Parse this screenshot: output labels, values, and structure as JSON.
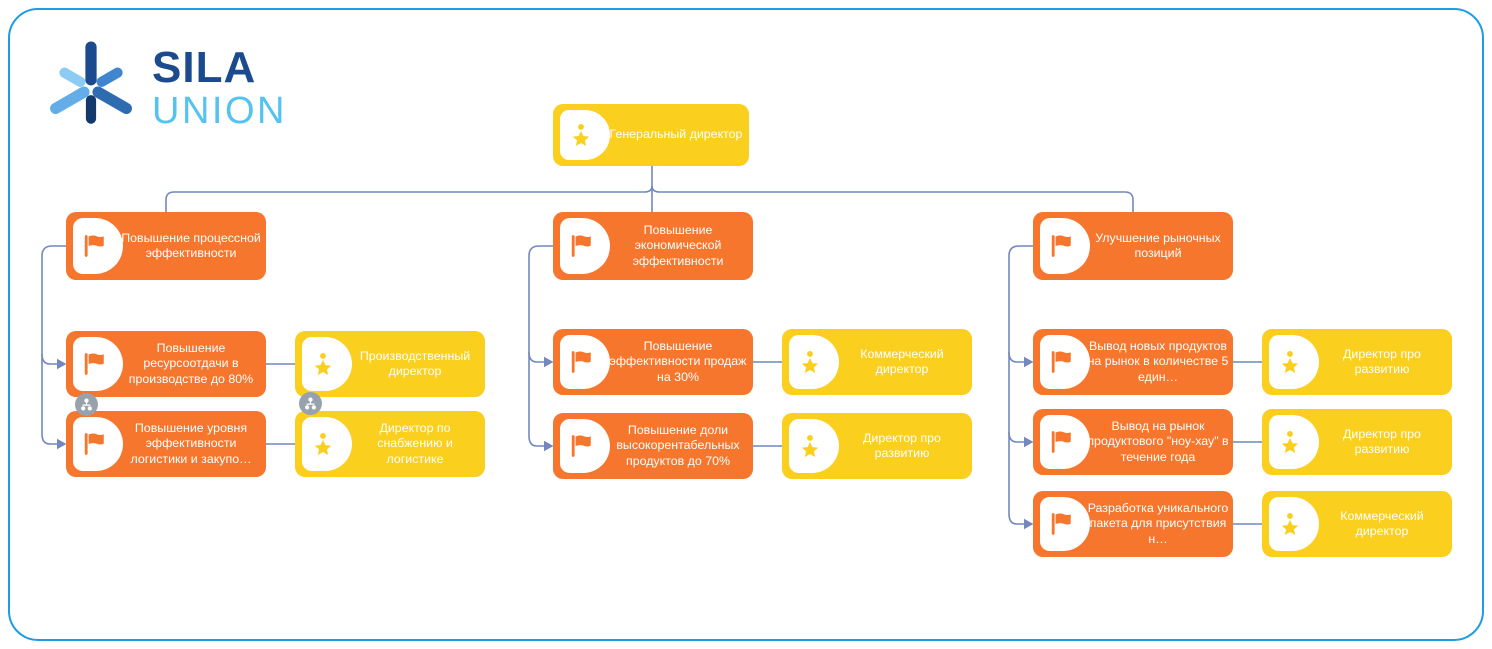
{
  "logo": {
    "title": "SILA",
    "subtitle": "UNION"
  },
  "colors": {
    "goal_orange": "#F5762C",
    "position_yellow": "#FACF1E",
    "connector_blue": "#7288BE",
    "frame_blue": "#1E9CE4",
    "badge_gray": "#97A2AD",
    "logo_navy": "#1B4A8F",
    "logo_light_blue": "#55C3F0"
  },
  "icons": {
    "goal": "flag-icon",
    "position": "star-person-icon",
    "badge": "decomposition-hierarchy-icon",
    "logo": "triskelion-mark-icon"
  },
  "nodes": {
    "ceo": {
      "type": "position",
      "label": "Генеральный директор"
    },
    "g_process": {
      "type": "goal",
      "label": "Повышение процессной эффективности"
    },
    "g_resource": {
      "type": "goal",
      "label": "Повышение ресурсоотдачи в производстве до 80%"
    },
    "g_logistics": {
      "type": "goal",
      "label": "Повышение уровня эффективности логистики и закупо…"
    },
    "p_production": {
      "type": "position",
      "label": "Производственный директор"
    },
    "p_supply": {
      "type": "position",
      "label": "Директор по снабжению и логистике"
    },
    "g_economic": {
      "type": "goal",
      "label": "Повышение экономической эффективности"
    },
    "g_sales": {
      "type": "goal",
      "label": "Повышение эффективности продаж на 30%"
    },
    "g_share": {
      "type": "goal",
      "label": "Повышение доли высокорентабельных продуктов до 70%"
    },
    "p_commercial_1": {
      "type": "position",
      "label": "Коммерческий директор"
    },
    "p_development_1": {
      "type": "position",
      "label": "Директор про развитию"
    },
    "g_market": {
      "type": "goal",
      "label": "Улучшение рыночных позиций"
    },
    "g_new_products": {
      "type": "goal",
      "label": "Вывод новых продуктов на рынок в количестве 5 един…"
    },
    "g_know_how": {
      "type": "goal",
      "label": "Вывод на рынок продуктового \"ноу-хау\" в течение года"
    },
    "g_package": {
      "type": "goal",
      "label": "Разработка уникального пакета для присутствия н…"
    },
    "p_development_2": {
      "type": "position",
      "label": "Директор про развитию"
    },
    "p_development_3": {
      "type": "position",
      "label": "Директор про развитию"
    },
    "p_commercial_2": {
      "type": "position",
      "label": "Коммерческий директор"
    }
  },
  "edges": [
    {
      "from": "ceo",
      "to": "g_process"
    },
    {
      "from": "ceo",
      "to": "g_economic"
    },
    {
      "from": "ceo",
      "to": "g_market"
    },
    {
      "from": "g_process",
      "to": "g_resource"
    },
    {
      "from": "g_process",
      "to": "g_logistics"
    },
    {
      "from": "g_resource",
      "to": "p_production"
    },
    {
      "from": "g_logistics",
      "to": "p_supply"
    },
    {
      "from": "g_economic",
      "to": "g_sales"
    },
    {
      "from": "g_economic",
      "to": "g_share"
    },
    {
      "from": "g_sales",
      "to": "p_commercial_1"
    },
    {
      "from": "g_share",
      "to": "p_development_1"
    },
    {
      "from": "g_market",
      "to": "g_new_products"
    },
    {
      "from": "g_market",
      "to": "g_know_how"
    },
    {
      "from": "g_market",
      "to": "g_package"
    },
    {
      "from": "g_new_products",
      "to": "p_development_2"
    },
    {
      "from": "g_know_how",
      "to": "p_development_3"
    },
    {
      "from": "g_package",
      "to": "p_commercial_2"
    }
  ]
}
